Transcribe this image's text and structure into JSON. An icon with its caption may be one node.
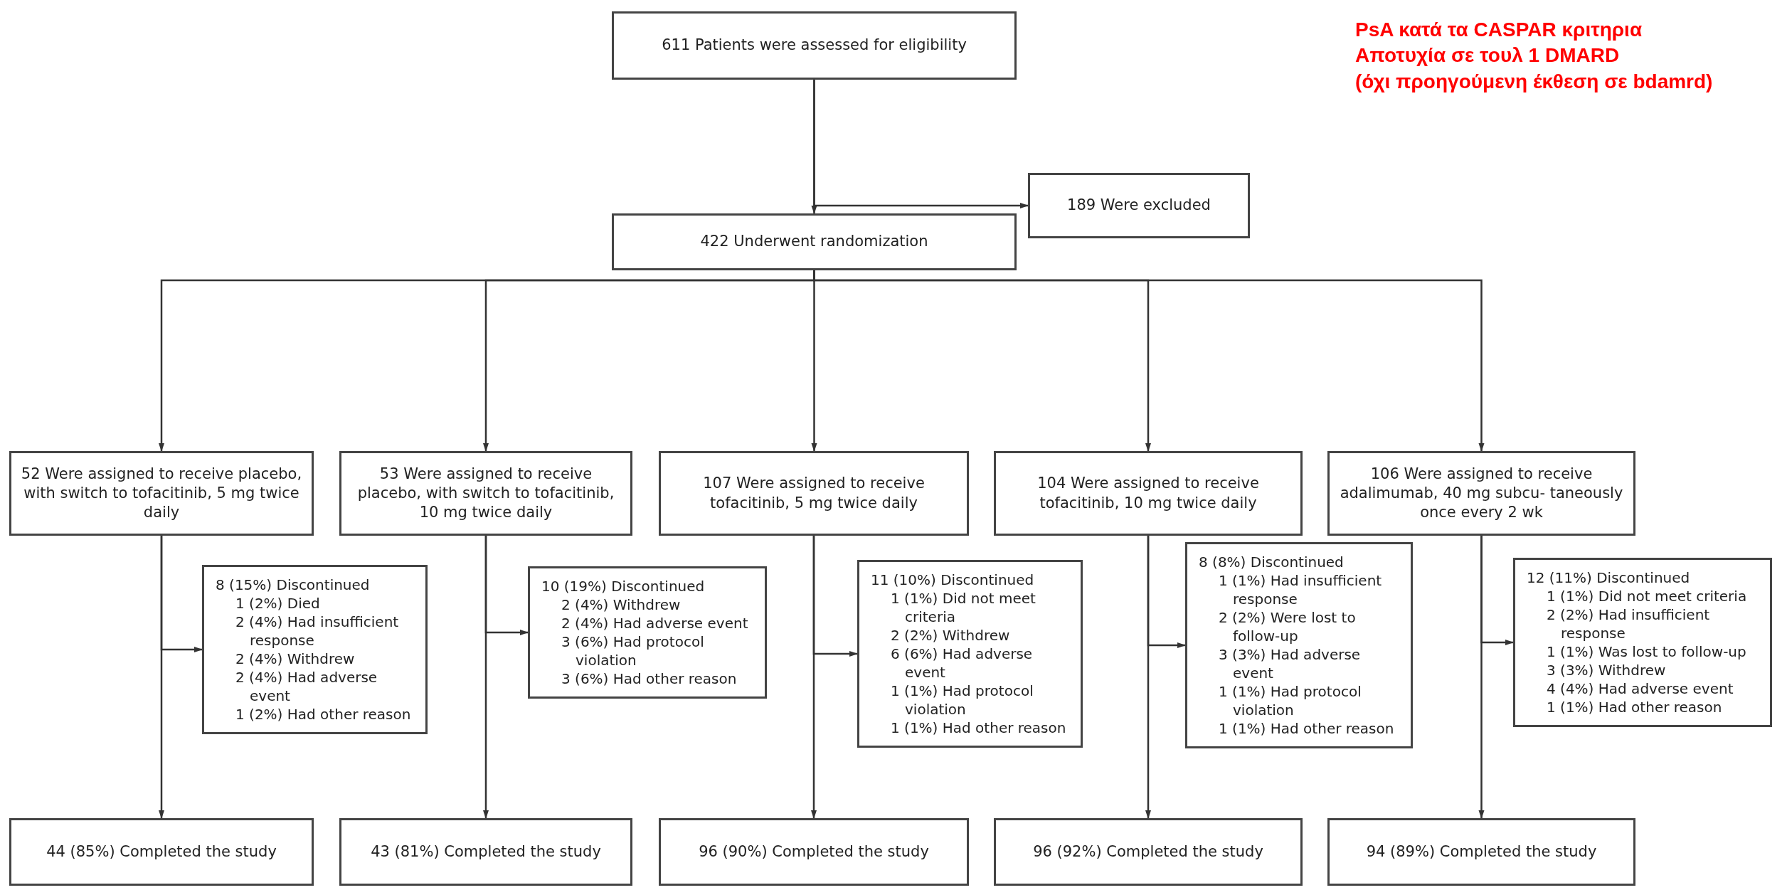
{
  "diagram": {
    "nodes": [
      {
        "text": [
          "611 Patients were assessed for eligibility"
        ]
      },
      {
        "text": [
          "189 Were excluded"
        ]
      },
      {
        "text": [
          "422 Underwent randomization"
        ]
      },
      {
        "text": [
          "52 Were assigned to receive placebo, with switch to tofacitinib, 5 mg twice daily"
        ]
      },
      {
        "text": [
          "53 Were assigned to receive placebo, with switch to tofacitinib, 10 mg twice daily"
        ]
      },
      {
        "text": [
          "107 Were assigned to receive tofacitinib, 5 mg twice daily"
        ]
      },
      {
        "text": [
          "104 Were assigned to receive tofacitinib, 10 mg twice daily"
        ]
      },
      {
        "text": [
          "106 Were assigned to receive adalimumab, 40 mg subcu- taneously once every 2 wk"
        ]
      },
      {
        "text": [
          "8 (15%) Discontinued",
          "1 (2%) Died",
          "2 (4%) Had insufficient response",
          "2 (4%) Withdrew",
          "2 (4%) Had adverse event",
          "1 (2%) Had other reason"
        ]
      },
      {
        "text": [
          "10 (19%) Discontinued",
          "2 (4%) Withdrew",
          "2 (4%) Had adverse event",
          "3 (6%) Had protocol violation",
          "3 (6%) Had other reason"
        ]
      },
      {
        "text": [
          "11 (10%) Discontinued",
          "1 (1%) Did not meet criteria",
          "2 (2%) Withdrew",
          "6 (6%) Had adverse event",
          "1 (1%) Had protocol violation",
          "1 (1%) Had other reason"
        ]
      },
      {
        "text": [
          "8 (8%) Discontinued",
          "1 (1%) Had insufficient response",
          "2 (2%) Were lost to follow-up",
          "3 (3%) Had adverse event",
          "1 (1%) Had protocol violation",
          "1 (1%) Had other reason"
        ]
      },
      {
        "text": [
          "12 (11%) Discontinued",
          "1 (1%) Did not meet criteria",
          "2 (2%) Had insufficient response",
          "1 (1%) Was lost to follow-up",
          "3 (3%) Withdrew",
          "4 (4%) Had adverse event",
          "1 (1%) Had other reason"
        ]
      },
      {
        "text": [
          "44 (85%) Completed the study"
        ]
      },
      {
        "text": [
          "43 (81%) Completed the study"
        ]
      },
      {
        "text": [
          "96 (90%) Completed the study"
        ]
      },
      {
        "text": [
          "96 (92%) Completed the study"
        ]
      },
      {
        "text": [
          "94 (89%) Completed the study"
        ]
      }
    ],
    "edges": [
      {
        "from": 0,
        "to": 2,
        "arrow": "to"
      },
      {
        "from": 0,
        "to": 1,
        "arrow": "to"
      },
      {
        "from": 2,
        "to": 3,
        "arrow": "to"
      },
      {
        "from": 2,
        "to": 4,
        "arrow": "to"
      },
      {
        "from": 2,
        "to": 5,
        "arrow": "to"
      },
      {
        "from": 2,
        "to": 6,
        "arrow": "to"
      },
      {
        "from": 2,
        "to": 7,
        "arrow": "to"
      },
      {
        "from": 3,
        "to": 8,
        "arrow": "to"
      },
      {
        "from": 4,
        "to": 9,
        "arrow": "to"
      },
      {
        "from": 5,
        "to": 10,
        "arrow": "to"
      },
      {
        "from": 6,
        "to": 11,
        "arrow": "to"
      },
      {
        "from": 7,
        "to": 12,
        "arrow": "to"
      },
      {
        "from": 3,
        "to": 13,
        "arrow": "to"
      },
      {
        "from": 4,
        "to": 14,
        "arrow": "to"
      },
      {
        "from": 5,
        "to": 15,
        "arrow": "to"
      },
      {
        "from": 6,
        "to": 16,
        "arrow": "to"
      },
      {
        "from": 7,
        "to": 17,
        "arrow": "to"
      }
    ],
    "labels": [
      "PsA κατά τα CASPAR κριτηρια",
      "Αποτυχία σε τουλ 1 DMARD",
      "(όχι προηγούμενη έκθεση σε bdamrd)"
    ]
  }
}
